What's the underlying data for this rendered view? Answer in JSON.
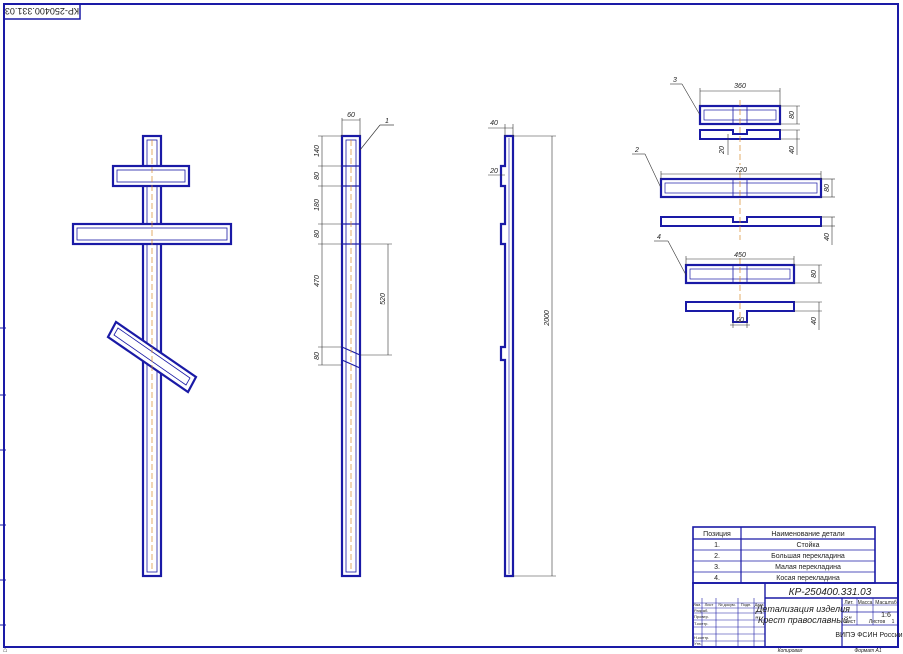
{
  "drawing": {
    "code": "КР-250400.331.03",
    "code_mirrored": "КР-250400.331.03",
    "title_line1": "Детализация изделия",
    "title_line2": "\"Крест православный\"",
    "organization": "ВИПЭ ФСИН России",
    "scale": "1:6",
    "sheet_label": "Лист",
    "sheets_label": "Листов",
    "sheets_value": "1",
    "header_labels": [
      "Лит.",
      "Масса",
      "Масштаб"
    ],
    "copied_label": "Копировал",
    "format_label": "Формат А1",
    "signature_roles": [
      "Изм.",
      "Лист",
      "№ докум.",
      "Подп.",
      "Дата",
      "Разраб.",
      "Провер.",
      "Т.контр.",
      "Н.контр.",
      "Утв."
    ]
  },
  "parts_table": {
    "headers": [
      "Позиция",
      "Наименование детали"
    ],
    "rows": [
      {
        "pos": "1.",
        "name": "Стойка"
      },
      {
        "pos": "2.",
        "name": "Большая перекладина"
      },
      {
        "pos": "3.",
        "name": "Малая перекладина"
      },
      {
        "pos": "4.",
        "name": "Косая перекладина"
      }
    ]
  },
  "dimensions": {
    "post_width": "60",
    "seg_top": "140",
    "seg_small_bar": "80",
    "seg_between": "180",
    "seg_big_bar": "80",
    "seg_middle": "470",
    "seg_slant": "80",
    "slant_span": "520",
    "total_height": "2000",
    "side_top_notch": "40",
    "side_notch_depth": "20",
    "bar3_length": "360",
    "bar3_height": "80",
    "bar3_notch": "20",
    "bar3_thickness": "40",
    "bar2_length": "720",
    "bar2_height": "80",
    "bar2_thickness": "40",
    "bar4_length": "450",
    "bar4_height": "80",
    "bar4_thickness": "40",
    "bar4_notch": "60"
  },
  "leaders": {
    "part1": "1",
    "part2": "2",
    "part3": "3",
    "part4": "4"
  },
  "colors": {
    "line": "#1a1aa6",
    "axis": "#d88a2a",
    "frame": "#1a1aa6",
    "dimension": "#333333"
  }
}
